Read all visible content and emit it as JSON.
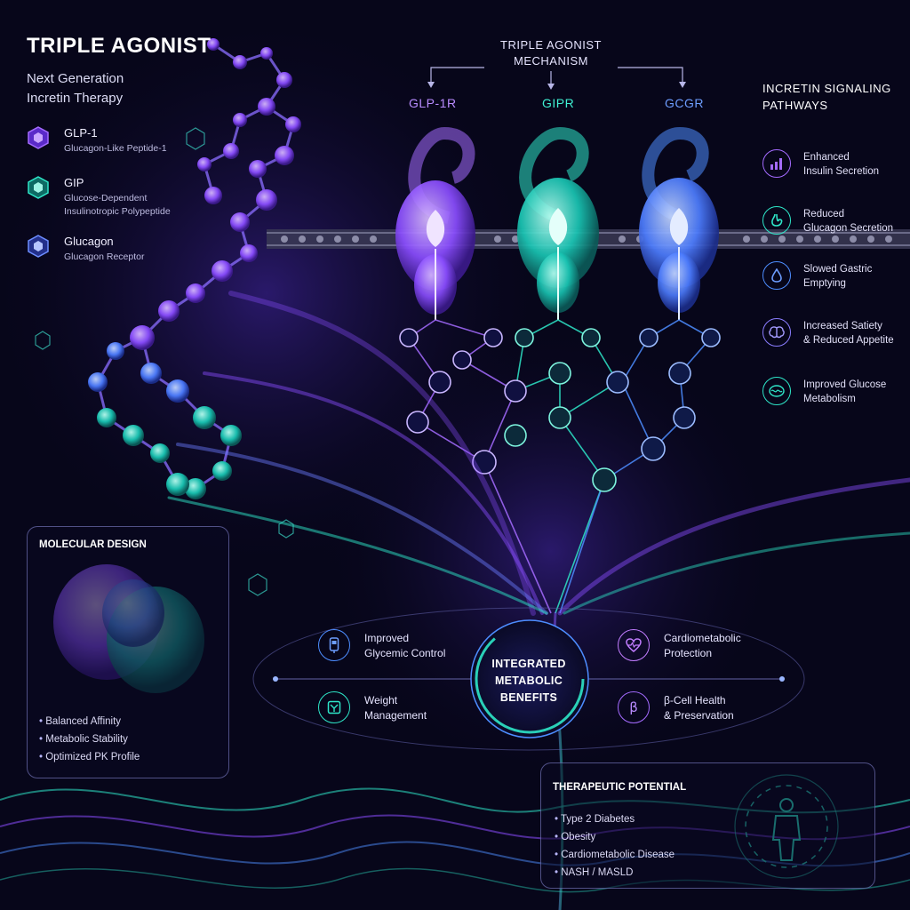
{
  "header": {
    "title": "TRIPLE AGONIST",
    "subtitle_line1": "Next Generation",
    "subtitle_line2": "Incretin Therapy"
  },
  "agents": [
    {
      "name": "GLP-1",
      "desc": "Glucagon-Like Peptide-1",
      "color": "#8a4dff"
    },
    {
      "name": "GIP",
      "desc_line1": "Glucose-Dependent",
      "desc_line2": "Insulinotropic Polypeptide",
      "color": "#19c6b4"
    },
    {
      "name": "Glucagon",
      "desc": "Glucagon Receptor",
      "color": "#4f6bff"
    }
  ],
  "mechanism": {
    "title_line1": "TRIPLE AGONIST",
    "title_line2": "MECHANISM",
    "receptors": [
      {
        "label": "GLP-1R",
        "color": "#a46bff"
      },
      {
        "label": "GIPR",
        "color": "#2ee6c8"
      },
      {
        "label": "GCGR",
        "color": "#4d8dff"
      }
    ]
  },
  "pathways": {
    "title_line1": "INCRETIN SIGNALING",
    "title_line2": "PATHWAYS",
    "items": [
      {
        "line1": "Enhanced",
        "line2": "Insulin Secretion",
        "icon": "bar-chart-icon",
        "color": "#a46bff"
      },
      {
        "line1": "Reduced",
        "line2": "Glucagon Secretion",
        "icon": "stomach-icon",
        "color": "#2ee6c8"
      },
      {
        "line1": "Slowed Gastric",
        "line2": "Emptying",
        "icon": "drop-icon",
        "color": "#4d8dff"
      },
      {
        "line1": "Increased Satiety",
        "line2": "& Reduced Appetite",
        "icon": "brain-icon",
        "color": "#8a7dff"
      },
      {
        "line1": "Improved Glucose",
        "line2": "Metabolism",
        "icon": "cell-icon",
        "color": "#2ee6c8"
      }
    ]
  },
  "molecular_design": {
    "title": "MOLECULAR DESIGN",
    "items": [
      "Balanced Affinity",
      "Metabolic Stability",
      "Optimized PK Profile"
    ]
  },
  "benefits": {
    "center_line1": "INTEGRATED",
    "center_line2": "METABOLIC",
    "center_line3": "BENEFITS",
    "items": [
      {
        "line1": "Improved",
        "line2": "Glycemic Control",
        "icon": "glucose-meter-icon",
        "color": "#4d8dff"
      },
      {
        "line1": "Weight",
        "line2": "Management",
        "icon": "scale-icon",
        "color": "#2ee6c8"
      },
      {
        "line1": "Cardiometabolic",
        "line2": "Protection",
        "icon": "heart-icon",
        "color": "#c27dff"
      },
      {
        "line1": "β-Cell Health",
        "line2": "& Preservation",
        "icon": "beta-icon",
        "glyph": "β",
        "color": "#a46bff"
      }
    ]
  },
  "therapeutic": {
    "title": "THERAPEUTIC POTENTIAL",
    "items": [
      "Type 2 Diabetes",
      "Obesity",
      "Cardiometabolic Disease",
      "NASH / MASLD"
    ]
  }
}
